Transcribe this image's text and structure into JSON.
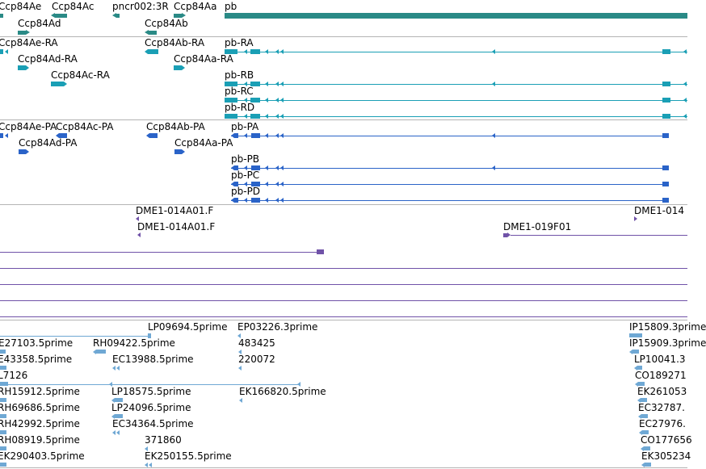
{
  "colors": {
    "gene": "#2a8a86",
    "transcript": "#1a9fb5",
    "protein": "#2a63c8",
    "clone": "#7052a8",
    "est": "#6fa8d4",
    "separator": "#b4b4b4"
  },
  "gene_track": {
    "features": [
      {
        "label": "Ccp84Ae"
      },
      {
        "label": "Ccp84Ac"
      },
      {
        "label": "pncr002:3R"
      },
      {
        "label": "Ccp84Aa"
      },
      {
        "label": "pb"
      },
      {
        "label": "Ccp84Ad"
      },
      {
        "label": "Ccp84Ab"
      }
    ]
  },
  "transcript_track": {
    "features": [
      {
        "label": "Ccp84Ae-RA"
      },
      {
        "label": "Ccp84Ab-RA"
      },
      {
        "label": "pb-RA"
      },
      {
        "label": "Ccp84Ad-RA"
      },
      {
        "label": "Ccp84Aa-RA"
      },
      {
        "label": "Ccp84Ac-RA"
      },
      {
        "label": "pb-RB"
      },
      {
        "label": "pb-RC"
      },
      {
        "label": "pb-RD"
      }
    ]
  },
  "protein_track": {
    "features": [
      {
        "label": "Ccp84Ae-PA"
      },
      {
        "label": "Ccp84Ac-PA"
      },
      {
        "label": "Ccp84Ab-PA"
      },
      {
        "label": "pb-PA"
      },
      {
        "label": "Ccp84Ad-PA"
      },
      {
        "label": "Ccp84Aa-PA"
      },
      {
        "label": "pb-PB"
      },
      {
        "label": "pb-PC"
      },
      {
        "label": "pb-PD"
      }
    ]
  },
  "clone_track": {
    "features": [
      {
        "label": "DME1-014A01.F"
      },
      {
        "label": "DME1-014"
      },
      {
        "label": "DME1-014A01.F"
      },
      {
        "label": "DME1-019F01"
      }
    ]
  },
  "est_track": {
    "features": [
      {
        "label": "LP09694.5prime"
      },
      {
        "label": "EP03226.3prime"
      },
      {
        "label": "IP15809.3prime"
      },
      {
        "label": "E27103.5prime"
      },
      {
        "label": "RH09422.5prime"
      },
      {
        "label": "483425"
      },
      {
        "label": "IP15909.3prime"
      },
      {
        "label": "E43358.5prime"
      },
      {
        "label": "EC13988.5prime"
      },
      {
        "label": "220072"
      },
      {
        "label": "LP10041.3"
      },
      {
        "label": "L7126"
      },
      {
        "label": "CO189271"
      },
      {
        "label": "RH15912.5prime"
      },
      {
        "label": "LP18575.5prime"
      },
      {
        "label": "EK166820.5prime"
      },
      {
        "label": "EK261053"
      },
      {
        "label": "RH69686.5prime"
      },
      {
        "label": "LP24096.5prime"
      },
      {
        "label": "EC32787."
      },
      {
        "label": "RH42992.5prime"
      },
      {
        "label": "EC34364.5prime"
      },
      {
        "label": "EC27976."
      },
      {
        "label": "RH08919.5prime"
      },
      {
        "label": "371860"
      },
      {
        "label": "CO177656"
      },
      {
        "label": "EK290403.5prime"
      },
      {
        "label": "EK250155.5prime"
      },
      {
        "label": "EK305234"
      }
    ]
  }
}
